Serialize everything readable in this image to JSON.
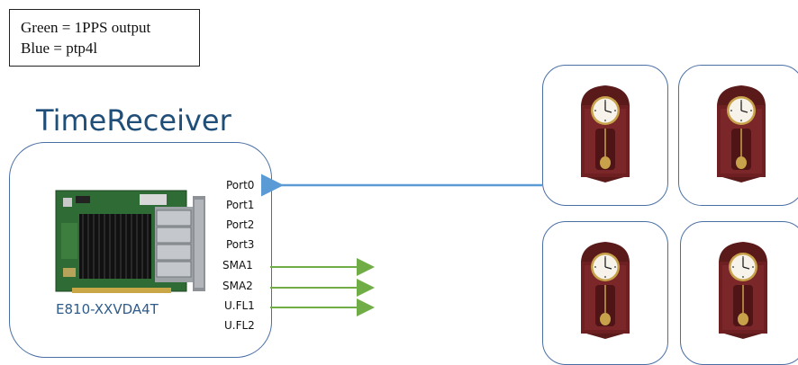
{
  "legend": {
    "line1": "Green = 1PPS output",
    "line2": "Blue = ptp4l"
  },
  "receiver": {
    "title": "TimeReceiver",
    "card_label": "E810-XXVDA4T",
    "ports": [
      "Port0",
      "Port1",
      "Port2",
      "Port3",
      "SMA1",
      "SMA2",
      "U.FL1",
      "U.FL2"
    ]
  },
  "colors": {
    "ptp4l_arrow": "#5b9bd5",
    "pps_arrow": "#70ad47",
    "title": "#1f4e79",
    "box_border": "#4a6fa5"
  },
  "icons": [
    "nic-card-image",
    "pendulum-clock-icon"
  ]
}
